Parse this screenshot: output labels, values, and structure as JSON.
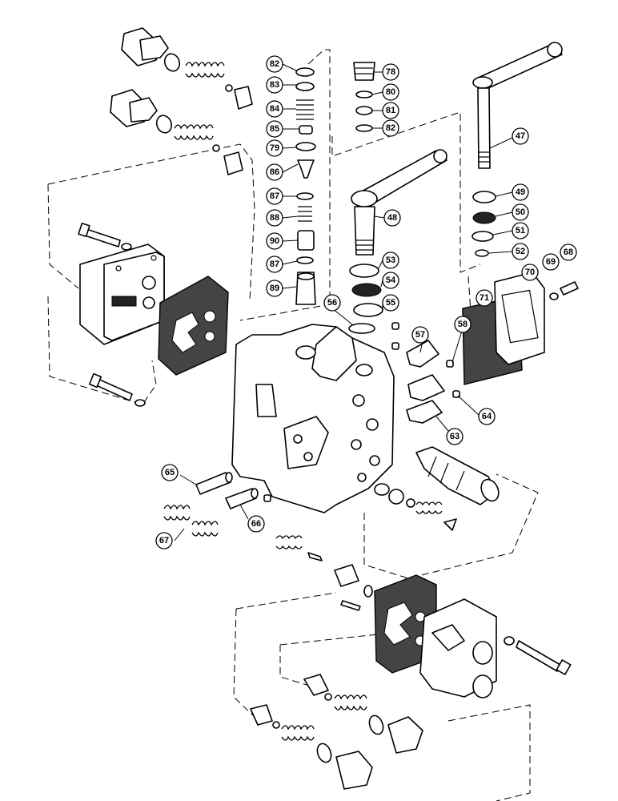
{
  "callouts": [
    {
      "label": "82"
    },
    {
      "label": "83"
    },
    {
      "label": "84"
    },
    {
      "label": "85"
    },
    {
      "label": "79"
    },
    {
      "label": "86"
    },
    {
      "label": "87"
    },
    {
      "label": "88"
    },
    {
      "label": "90"
    },
    {
      "label": "87"
    },
    {
      "label": "89"
    },
    {
      "label": "78"
    },
    {
      "label": "80"
    },
    {
      "label": "81"
    },
    {
      "label": "82"
    },
    {
      "label": "47"
    },
    {
      "label": "49"
    },
    {
      "label": "50"
    },
    {
      "label": "51"
    },
    {
      "label": "52"
    },
    {
      "label": "48"
    },
    {
      "label": "53"
    },
    {
      "label": "54"
    },
    {
      "label": "55"
    },
    {
      "label": "56"
    },
    {
      "label": "68"
    },
    {
      "label": "69"
    },
    {
      "label": "70"
    },
    {
      "label": "71"
    },
    {
      "label": "57"
    },
    {
      "label": "58"
    },
    {
      "label": "64"
    },
    {
      "label": "63"
    },
    {
      "label": "65"
    },
    {
      "label": "66"
    },
    {
      "label": "67"
    }
  ]
}
